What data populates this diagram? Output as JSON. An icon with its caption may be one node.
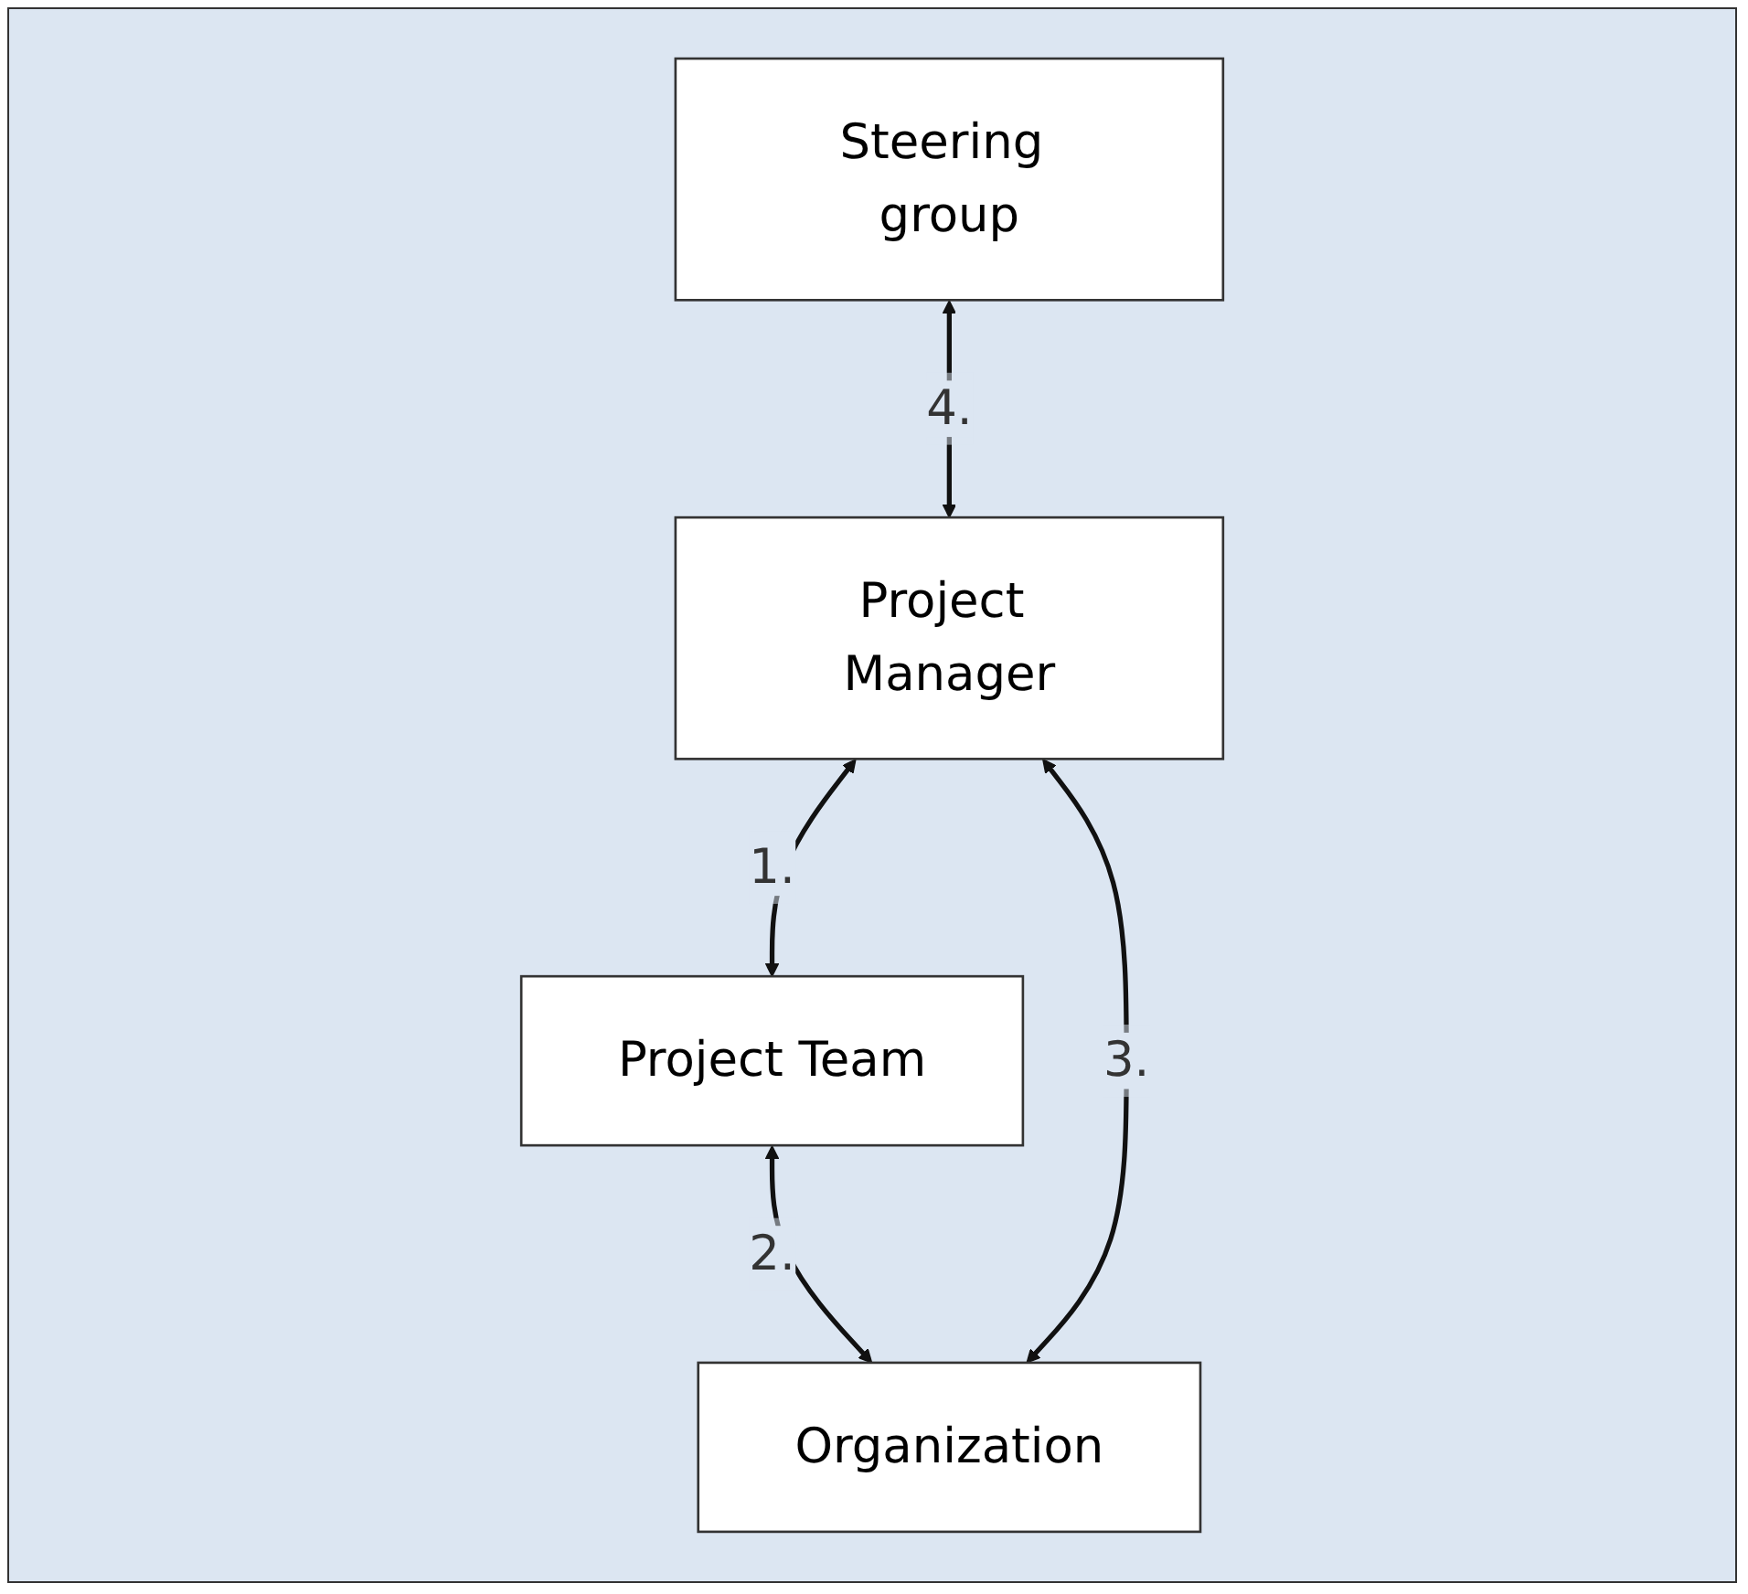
{
  "diagram": {
    "nodes": [
      {
        "text": [
          "Steering group"
        ]
      },
      {
        "text": [
          "Project Manager"
        ]
      },
      {
        "text": [
          "Project Team"
        ]
      },
      {
        "text": [
          "Organization"
        ]
      }
    ],
    "edges": [
      {
        "from": 0,
        "to": 1,
        "arrow": "both",
        "label": "4."
      },
      {
        "from": 1,
        "to": 2,
        "arrow": "both",
        "label": "1."
      },
      {
        "from": 2,
        "to": 3,
        "arrow": "both",
        "label": "2."
      },
      {
        "from": 1,
        "to": 3,
        "arrow": "both",
        "label": "3."
      }
    ]
  }
}
